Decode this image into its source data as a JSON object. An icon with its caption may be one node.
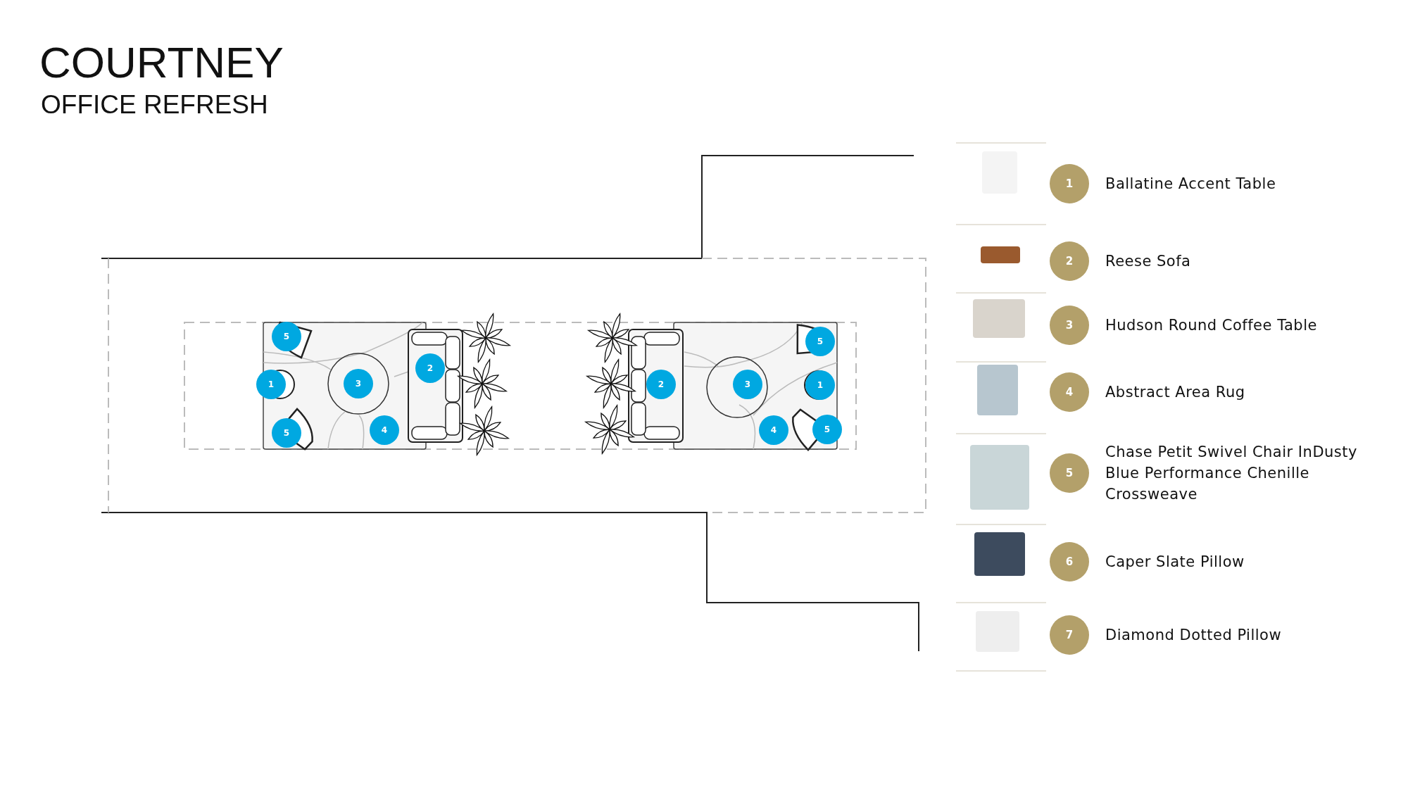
{
  "diagram": {
    "title": "COURTNEY",
    "nodes": [
      {
        "text": [
          "5"
        ]
      },
      {
        "text": [
          "1"
        ]
      },
      {
        "text": [
          "3"
        ]
      },
      {
        "text": [
          "2"
        ]
      },
      {
        "text": [
          "5"
        ]
      },
      {
        "text": [
          "4"
        ]
      },
      {
        "text": [
          "2"
        ]
      },
      {
        "text": [
          "3"
        ]
      },
      {
        "text": [
          "5"
        ]
      },
      {
        "text": [
          "1"
        ]
      },
      {
        "text": [
          "4"
        ]
      },
      {
        "text": [
          "5"
        ]
      },
      {
        "text": [
          "1"
        ],
        "beside": [
          "Ballatine Accent Table"
        ]
      },
      {
        "text": [
          "2"
        ],
        "beside": [
          "Reese Sofa"
        ]
      },
      {
        "text": [
          "3"
        ],
        "beside": [
          "Hudson Round Coffee Table"
        ]
      },
      {
        "text": [
          "4"
        ],
        "beside": [
          "Abstract Area Rug"
        ]
      },
      {
        "text": [
          "5"
        ],
        "beside": [
          "Chase Petit Swivel Chair InDusty Blue Performance Chenille Crossweave"
        ]
      },
      {
        "text": [
          "6"
        ],
        "beside": [
          "Caper Slate Pillow"
        ]
      },
      {
        "text": [
          "7"
        ],
        "beside": [
          "Diamond Dotted Pillow"
        ]
      }
    ],
    "labels": [
      "OFFICE REFRESH"
    ]
  }
}
